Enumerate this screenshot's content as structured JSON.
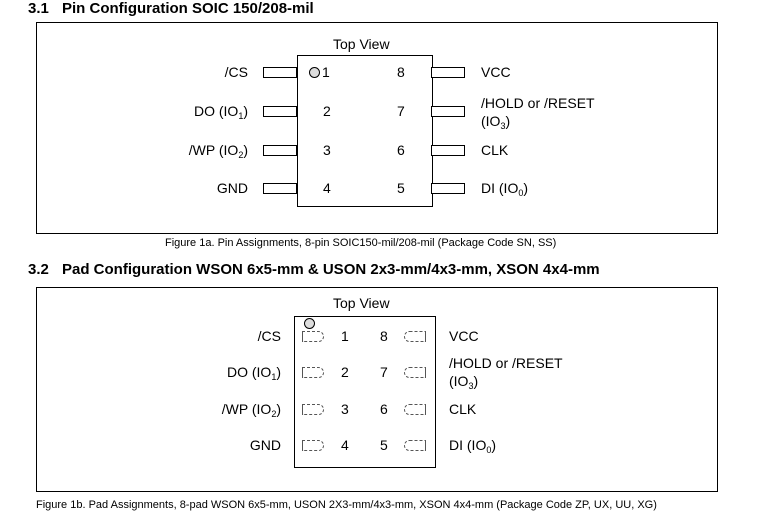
{
  "section1": {
    "number": "3.1",
    "title": "Pin Configuration SOIC 150/208-mil",
    "top_view": "Top View",
    "left_pins": [
      {
        "label": "/CS",
        "label_sub": "",
        "label_tail": "",
        "num": "1"
      },
      {
        "label": "DO (IO",
        "label_sub": "1",
        "label_tail": ")",
        "num": "2"
      },
      {
        "label": "/WP (IO",
        "label_sub": "2",
        "label_tail": ")",
        "num": "3"
      },
      {
        "label": "GND",
        "label_sub": "",
        "label_tail": "",
        "num": "4"
      }
    ],
    "right_pins": [
      {
        "num": "8",
        "line1": "VCC",
        "line2": "",
        "line2_sub": "",
        "line2_tail": ""
      },
      {
        "num": "7",
        "line1": "/HOLD or /RESET",
        "line2": "(IO",
        "line2_sub": "3",
        "line2_tail": ")"
      },
      {
        "num": "6",
        "line1": "CLK",
        "line2": "",
        "line2_sub": "",
        "line2_tail": ""
      },
      {
        "num": "5",
        "line1": "DI (IO",
        "line1_sub": "0",
        "line1_tail": ")",
        "line2": ""
      }
    ],
    "caption": "Figure 1a. Pin Assignments, 8-pin SOIC150-mil/208-mil (Package Code SN, SS)"
  },
  "section2": {
    "number": "3.2",
    "title": "Pad Configuration WSON 6x5-mm & USON 2x3-mm/4x3-mm, XSON 4x4-mm",
    "top_view": "Top View",
    "left_pins": [
      {
        "label": "/CS",
        "label_sub": "",
        "label_tail": "",
        "num": "1"
      },
      {
        "label": "DO (IO",
        "label_sub": "1",
        "label_tail": ")",
        "num": "2"
      },
      {
        "label": "/WP (IO",
        "label_sub": "2",
        "label_tail": ")",
        "num": "3"
      },
      {
        "label": "GND",
        "label_sub": "",
        "label_tail": "",
        "num": "4"
      }
    ],
    "right_pins": [
      {
        "num": "8",
        "line1": "VCC"
      },
      {
        "num": "7",
        "line1": "/HOLD or /RESET",
        "line2": "(IO",
        "line2_sub": "3",
        "line2_tail": ")"
      },
      {
        "num": "6",
        "line1": "CLK"
      },
      {
        "num": "5",
        "line1": "DI (IO",
        "line1_sub": "0",
        "line1_tail": ")"
      }
    ],
    "caption": "Figure 1b. Pad Assignments, 8-pad WSON 6x5-mm, USON 2X3-mm/4x3-mm, XSON 4x4-mm (Package Code ZP, UX, UU, XG)"
  }
}
